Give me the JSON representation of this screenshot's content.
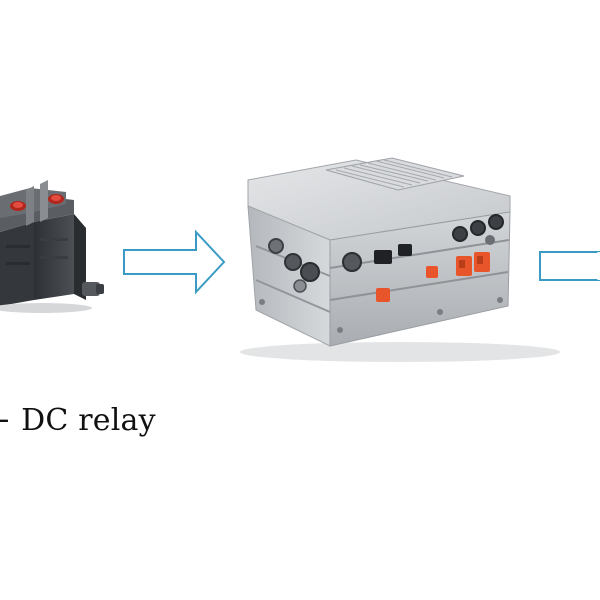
{
  "caption": "+ DC relay",
  "colors": {
    "arrow_stroke": "#3a9bc4",
    "connector_orange": "#e8552a",
    "housing_gray": "#c9cccf",
    "relay_dark": "#3c3f43"
  },
  "icons": [
    "dc-relay-image",
    "arrow-right-icon",
    "controller-box-image",
    "arrow-right-icon"
  ]
}
